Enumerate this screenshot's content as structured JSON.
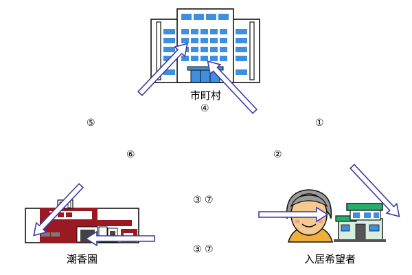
{
  "nodes": {
    "city": {
      "label": "市町村",
      "step": "④"
    },
    "facility": {
      "label": "潮香園"
    },
    "applicant": {
      "label": "入居希望者"
    }
  },
  "steps": {
    "s1": "①",
    "s2": "②",
    "s3_7_top": "③ ⑦",
    "s3_7_bottom": "③ ⑦",
    "s5": "⑤",
    "s6": "⑥"
  },
  "colors": {
    "arrow_stroke": "#3a3aa8",
    "arrow_fill": "#ffffff",
    "building_window": "#3f8fe0",
    "facility_red": "#9a1a24",
    "person_skin": "#f5c98f",
    "person_hair": "#9a9a9a",
    "person_shirt": "#f0ae3a",
    "house_roof": "#22b06a",
    "house_wall": "#d8efe0"
  },
  "icons": [
    "city-hall-building-icon",
    "nursing-home-building-icon",
    "elderly-person-icon",
    "house-icon"
  ]
}
